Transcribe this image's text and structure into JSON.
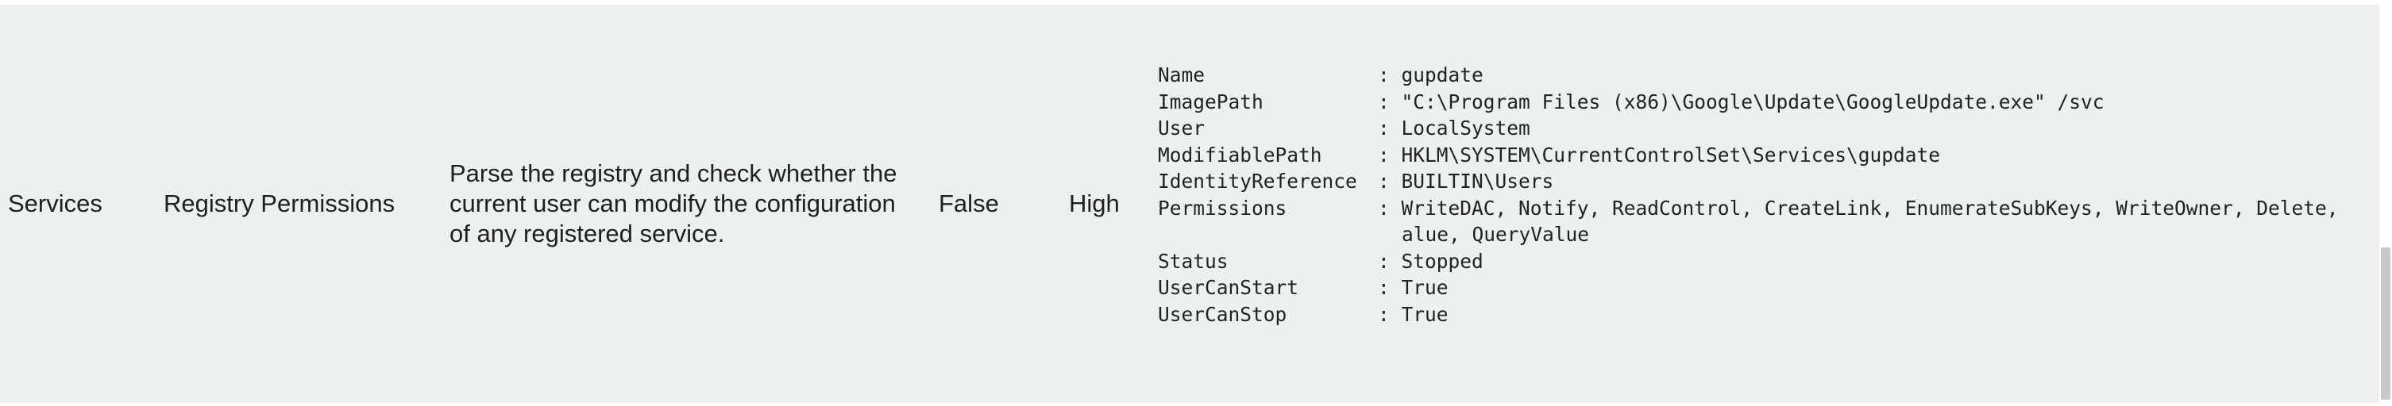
{
  "row": {
    "category": "Services",
    "check_name": "Registry Permissions",
    "description": "Parse the registry and check whether the current user can modify the configuration of any registered service.",
    "result": "False",
    "severity": "High",
    "details": [
      {
        "key": "Name",
        "value": "gupdate"
      },
      {
        "key": "ImagePath",
        "value": "\"C:\\Program Files (x86)\\Google\\Update\\GoogleUpdate.exe\" /svc"
      },
      {
        "key": "User",
        "value": "LocalSystem"
      },
      {
        "key": "ModifiablePath",
        "value": "HKLM\\SYSTEM\\CurrentControlSet\\Services\\gupdate"
      },
      {
        "key": "IdentityReference",
        "value": "BUILTIN\\Users"
      },
      {
        "key": "Permissions",
        "value": "WriteDAC, Notify, ReadControl, CreateLink, EnumerateSubKeys, WriteOwner, Delete,",
        "continuation": "alue, QueryValue"
      },
      {
        "key": "Status",
        "value": "Stopped"
      },
      {
        "key": "UserCanStart",
        "value": "True"
      },
      {
        "key": "UserCanStop",
        "value": "True"
      }
    ],
    "separator": ":"
  },
  "colors": {
    "row_background": "#edf0f1",
    "text": "#1f1f1f",
    "scrollbar_thumb": "#c9c9c9"
  }
}
